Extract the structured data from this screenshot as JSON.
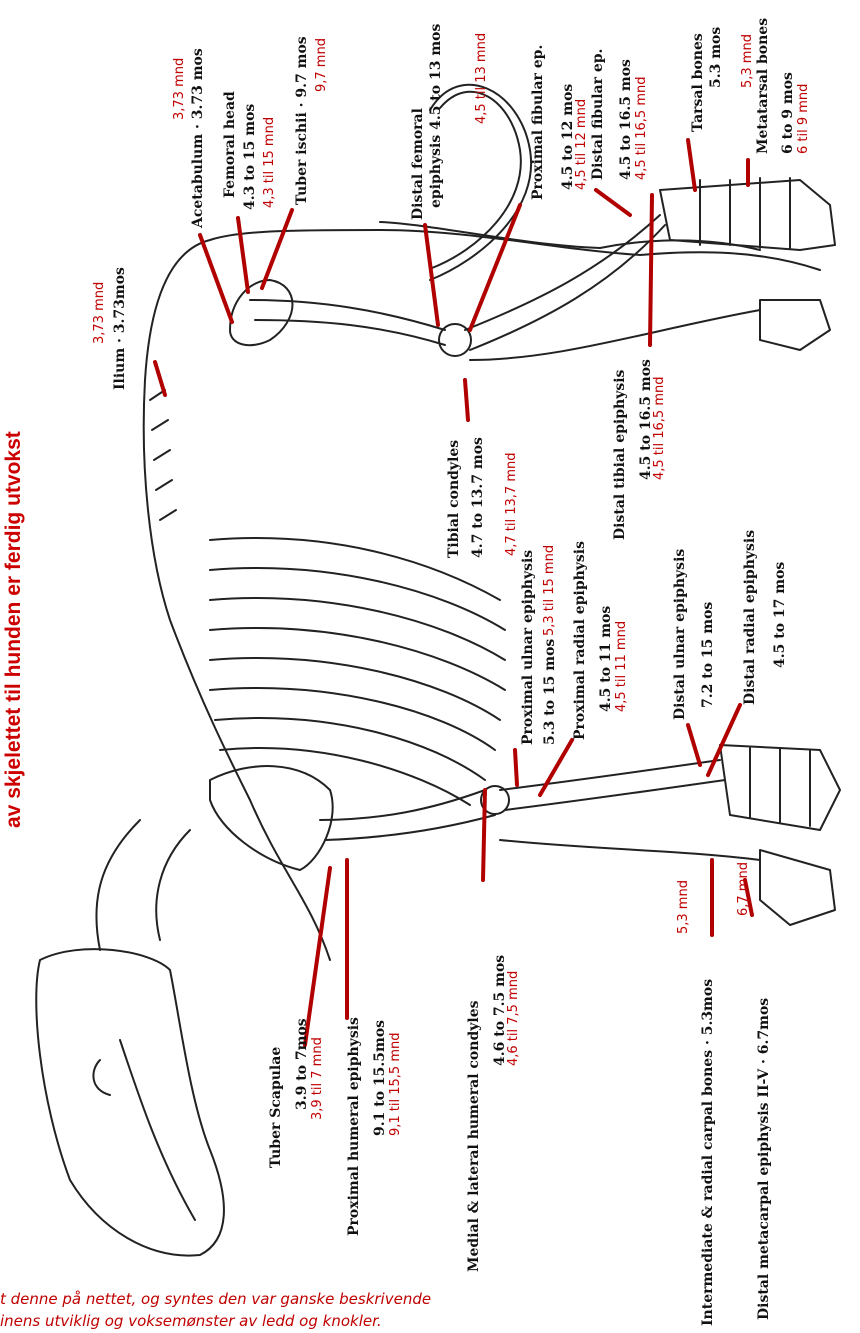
{
  "title": "av skjelettet til hunden er ferdig utvokst",
  "caption": {
    "line1": "t denne på nettet, og syntes den var ganske beskrivende",
    "line2": "inens utviklig og voksemønster av ledd og knokler."
  },
  "labels": [
    {
      "id": "ilium",
      "en": "Ilium · 3.73mos",
      "no": "3,73 mnd"
    },
    {
      "id": "acetabulum",
      "en": "Acetabulum · 3.73 mos",
      "no": "3,73 mnd"
    },
    {
      "id": "femoral-head",
      "en": "Femoral head",
      "en2": "4.3 to 15 mos",
      "no": "4,3 til 15 mnd"
    },
    {
      "id": "tuber-ischii",
      "en": "Tuber ischii · 9.7 mos",
      "no": "9,7 mnd"
    },
    {
      "id": "distal-femoral",
      "en": "Distal femoral",
      "en2": "epiphysis 4.5 to 13 mos",
      "no": "4,5 til 13 mnd"
    },
    {
      "id": "proximal-fibular",
      "en": "Proximal fibular ep.",
      "en2": "4.5 to 12 mos",
      "no": "4,5 til 12 mnd"
    },
    {
      "id": "distal-fibular",
      "en": "Distal fibular ep.",
      "en2": "4.5 to 16.5 mos",
      "no": "4,5 til 16,5 mnd"
    },
    {
      "id": "tarsal",
      "en": "Tarsal bones",
      "en2": "5.3 mos",
      "no": "5,3 mnd"
    },
    {
      "id": "metatarsal",
      "en": "Metatarsal bones",
      "en2": "6 to 9 mos",
      "no": "6 til 9 mnd"
    },
    {
      "id": "tibial-condyles",
      "en": "Tibial condyles",
      "en2": "4.7 to 13.7 mos",
      "no": "4,7 til 13,7 mnd"
    },
    {
      "id": "distal-tibial",
      "en": "Distal tibial epiphysis",
      "en2": "4.5 to 16.5 mos",
      "no": "4,5 til 16,5 mnd"
    },
    {
      "id": "proximal-ulnar",
      "en": "Proximal ulnar epiphysis",
      "en2": "5.3 to 15 mos",
      "no": "5,3 til 15 mnd"
    },
    {
      "id": "proximal-radial",
      "en": "Proximal radial epiphysis",
      "en2": "4.5 to 11 mos",
      "no": "4,5 til 11 mnd"
    },
    {
      "id": "distal-ulnar",
      "en": "Distal ulnar epiphysis",
      "en2": "7.2 to 15 mos"
    },
    {
      "id": "distal-radial",
      "en": "Distal radial epiphysis",
      "en2": "4.5 to 17 mos"
    },
    {
      "id": "tuber-scapulae",
      "en": "Tuber Scapulae",
      "en2": "3.9 to 7mos",
      "no": "3,9 til 7 mnd"
    },
    {
      "id": "proximal-humeral",
      "en": "Proximal humeral epiphysis",
      "en2": "9.1 to 15.5mos",
      "no": "9,1 til 15,5 mnd"
    },
    {
      "id": "humeral-condyles",
      "en": "Medial & lateral humeral condyles",
      "en2": "4.6 to 7.5 mos",
      "no": "4,6 til 7,5 mnd"
    },
    {
      "id": "carpal",
      "en": "Intermediate & radial carpal bones · 5.3mos",
      "no": "5,3 mnd"
    },
    {
      "id": "metacarpal",
      "en": "Distal metacarpal epiphysis II-V · 6.7mos",
      "no": "6,7 mnd"
    }
  ],
  "colors": {
    "accent": "#cc0000",
    "pointer": "#b00000",
    "ink": "#111111"
  }
}
